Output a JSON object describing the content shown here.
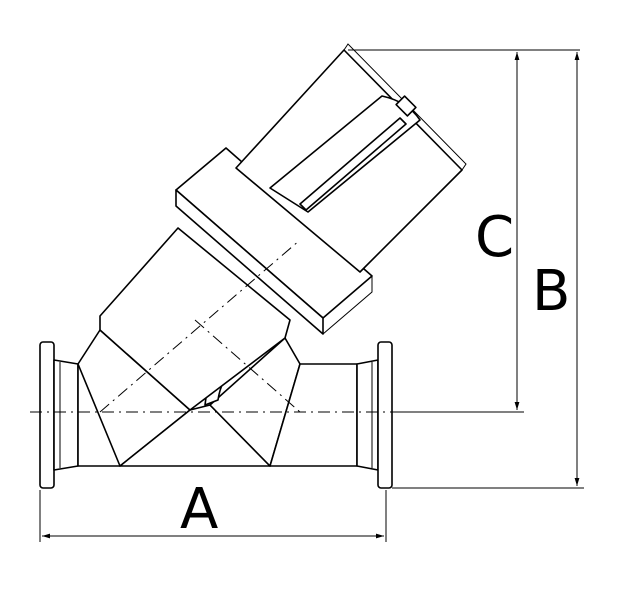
{
  "dimensions": {
    "a": "A",
    "b": "B",
    "c": "C"
  },
  "colors": {
    "stroke": "#000000",
    "background": "#ffffff"
  }
}
